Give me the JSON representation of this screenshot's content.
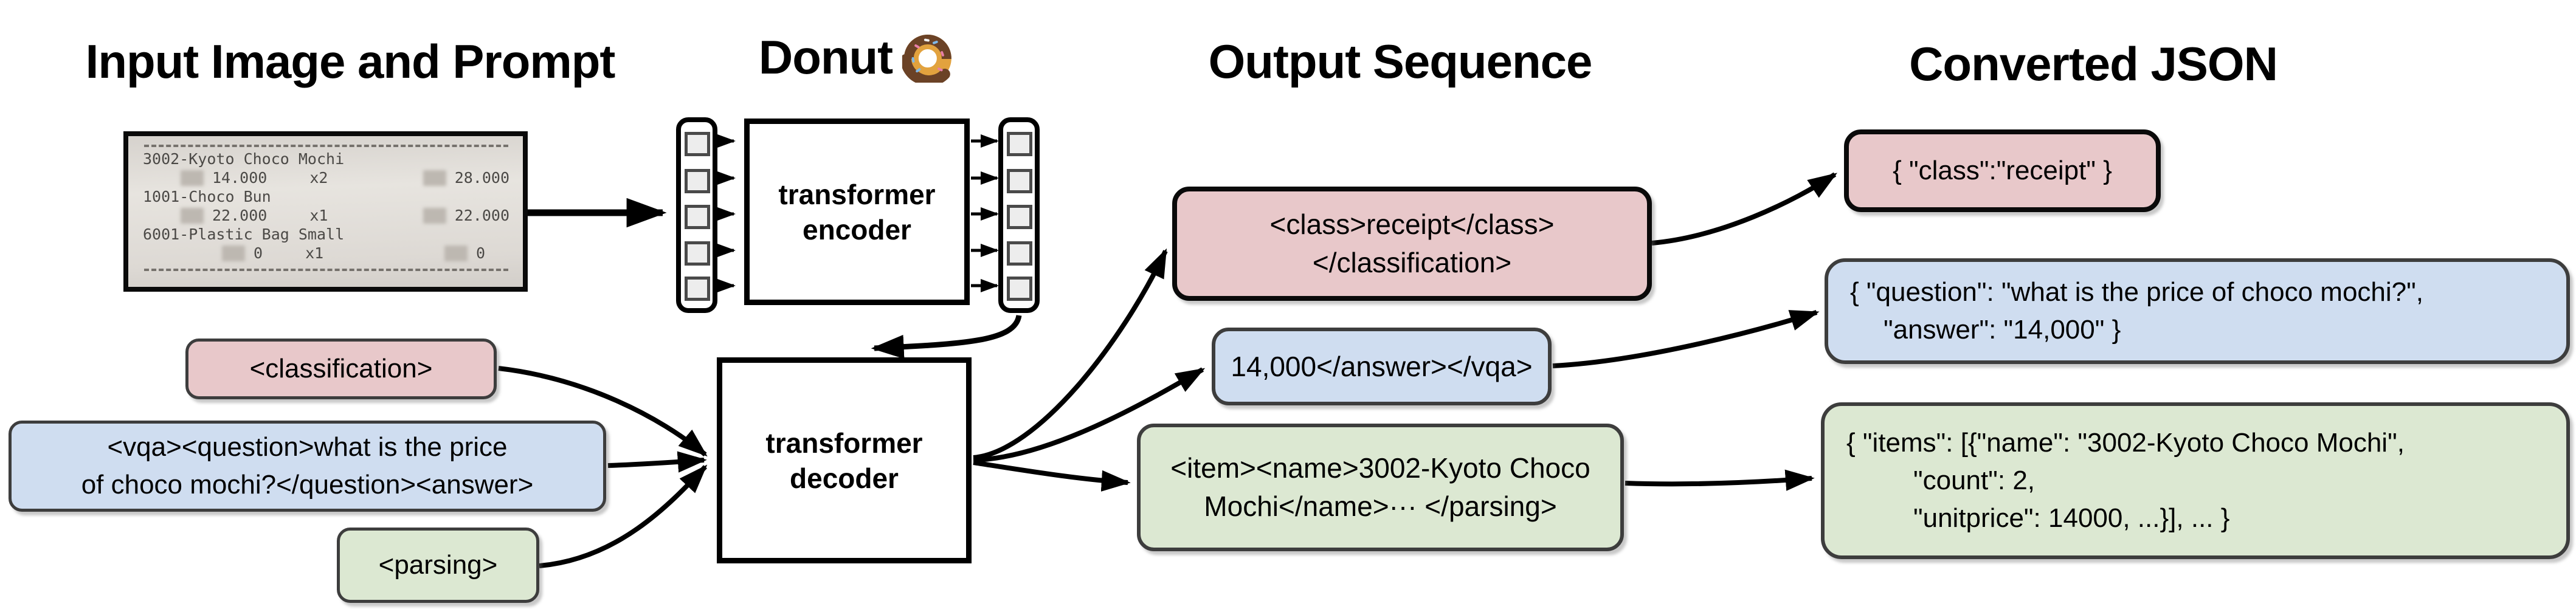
{
  "headers": {
    "input": "Input Image and Prompt",
    "model": "Donut",
    "model_emoji": "🍩",
    "output": "Output Sequence",
    "json": "Converted JSON"
  },
  "receipt": {
    "item1": "3002-Kyoto Choco Mochi",
    "price1": "14.000",
    "qty1": "x2",
    "total1": "28.000",
    "item2": "1001-Choco Bun",
    "price2": "22.000",
    "qty2": "x1",
    "total2": "22.000",
    "item3": "6001-Plastic Bag Small",
    "price3": "0",
    "qty3": "x1",
    "total3": "0"
  },
  "encoder": {
    "line1": "transformer",
    "line2": "encoder"
  },
  "decoder": {
    "line1": "transformer",
    "line2": "decoder"
  },
  "prompts": {
    "classification": "<classification>",
    "vqa_line1": "<vqa><question>what is the price",
    "vqa_line2": "of choco mochi?</question><answer>",
    "parsing": "<parsing>"
  },
  "outputs": {
    "classification_line1": "<class>receipt</class>",
    "classification_line2": "</classification>",
    "vqa": "14,000</answer></vqa>",
    "parsing_line1": "<item><name>3002-Kyoto Choco",
    "parsing_line2": "Mochi</name>··· </parsing>"
  },
  "converted": {
    "classification": "{ \"class\":\"receipt\" }",
    "vqa_line1": "{ \"question\": \"what is the price of choco mochi?\",",
    "vqa_line2": "\"answer\": \"14,000\" }",
    "parsing_line1": "{ \"items\": [{\"name\": \"3002-Kyoto Choco Mochi\",",
    "parsing_line2": "\"count\": 2,",
    "parsing_line3": "\"unitprice\": 14000, ...}], ... }"
  },
  "colors": {
    "pink": "#e8c8ca",
    "blue": "#cfddf0",
    "green": "#dce8d2"
  }
}
